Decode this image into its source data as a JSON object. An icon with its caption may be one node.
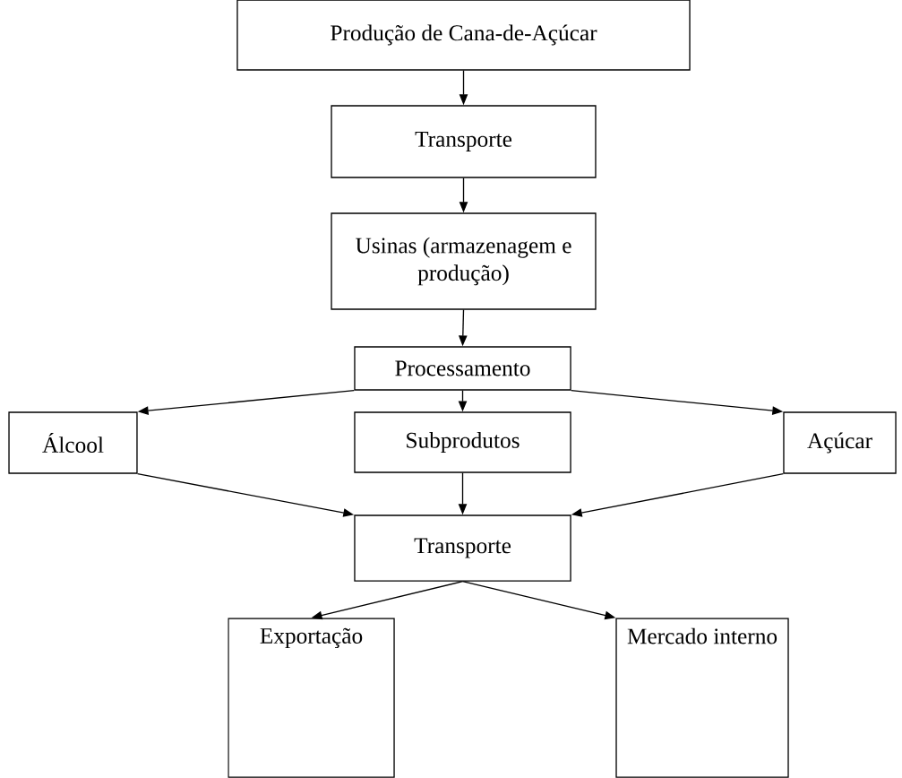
{
  "diagram": {
    "nodes": [
      {
        "text": [
          "Produção de Cana-de-Açúcar"
        ]
      },
      {
        "text": [
          "Transporte"
        ]
      },
      {
        "text": [
          "Usinas (armazenagem e produção)"
        ]
      },
      {
        "text": [
          "Processamento"
        ]
      },
      {
        "text": [
          "Álcool"
        ]
      },
      {
        "text": [
          "Subprodutos"
        ]
      },
      {
        "text": [
          "Açúcar"
        ]
      },
      {
        "text": [
          "Transporte"
        ]
      },
      {
        "text": [
          "Exportação"
        ]
      },
      {
        "text": [
          "Mercado interno"
        ]
      }
    ],
    "edges": [
      {
        "from": 0,
        "to": 1,
        "arrow": "to"
      },
      {
        "from": 1,
        "to": 2,
        "arrow": "to"
      },
      {
        "from": 2,
        "to": 3,
        "arrow": "to"
      },
      {
        "from": 3,
        "to": 4,
        "arrow": "to"
      },
      {
        "from": 3,
        "to": 5,
        "arrow": "to"
      },
      {
        "from": 3,
        "to": 6,
        "arrow": "to"
      },
      {
        "from": 4,
        "to": 7,
        "arrow": "to"
      },
      {
        "from": 5,
        "to": 7,
        "arrow": "to"
      },
      {
        "from": 6,
        "to": 7,
        "arrow": "to"
      },
      {
        "from": 7,
        "to": 8,
        "arrow": "to"
      },
      {
        "from": 7,
        "to": 9,
        "arrow": "to"
      }
    ]
  }
}
